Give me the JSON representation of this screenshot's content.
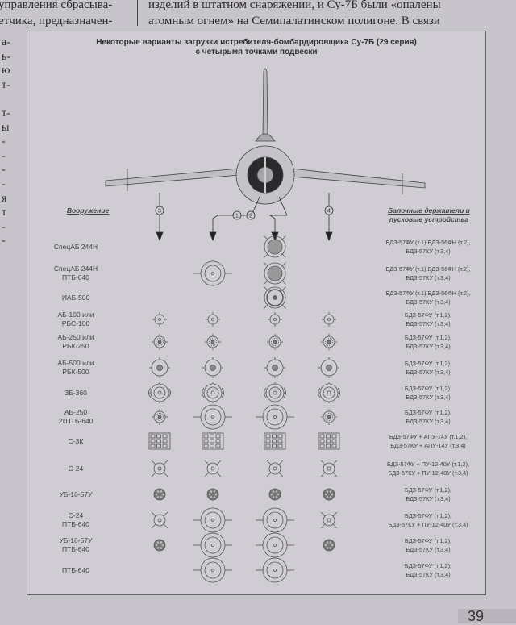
{
  "left_column": {
    "lines": [
      "управления сбрасыва-",
      "етчика, предназначен-"
    ],
    "fragments": [
      "а-",
      "ь-",
      "ю",
      "т-",
      "",
      "т-",
      "ы",
      "-",
      "-",
      "-",
      "-",
      "я",
      "т",
      "-",
      "-"
    ]
  },
  "right_column": {
    "lines": [
      "изделий в штатном снаряжении, и Су-7Б были «опалены",
      "атомным огнем» на Семипалатинском полигоне. В связи"
    ]
  },
  "figure": {
    "title_line1": "Некоторые варианты загрузки истребителя-бомбардировщика Су-7Б (29 серия)",
    "title_line2": "с четырьмя точками подвески",
    "col_left_header": "Вооружение",
    "col_right_header_line1": "Балочные держатели и",
    "col_right_header_line2": "пусковые устройства",
    "pylons": [
      "3",
      "1",
      "2",
      "4"
    ],
    "rows": [
      {
        "weapon": [
          "СпецАБ 244Н"
        ],
        "racks": [
          "БДЗ-57ФУ (т.1),БДЗ-56ФН (т.2),",
          "БДЗ-57КУ (т.3,4)"
        ],
        "stores": [
          "",
          "",
          "nuclear-bomb",
          ""
        ]
      },
      {
        "weapon": [
          "СпецАБ 244Н",
          "ПТБ-640"
        ],
        "racks": [
          "БДЗ-57ФУ (т.1),БДЗ-56ФН (т.2),",
          "БДЗ-57КУ (т.3,4)"
        ],
        "stores": [
          "",
          "drop-tank",
          "nuclear-bomb",
          ""
        ]
      },
      {
        "weapon": [
          "ИАБ-500"
        ],
        "racks": [
          "БДЗ-57ФУ (т.1),БДЗ-56ФН (т.2),",
          "БДЗ-57КУ (т.3,4)"
        ],
        "stores": [
          "",
          "",
          "iab-bomb",
          ""
        ]
      },
      {
        "weapon": [
          "АБ-100 или",
          "РБС-100"
        ],
        "racks": [
          "БДЗ-57ФУ (т.1,2),",
          "БДЗ-57КУ (т.3,4)"
        ],
        "stores": [
          "small-bomb",
          "small-bomb",
          "small-bomb",
          "small-bomb"
        ]
      },
      {
        "weapon": [
          "АБ-250 или",
          "РБК-250"
        ],
        "racks": [
          "БДЗ-57ФУ (т.1,2),",
          "БДЗ-57КУ (т.3,4)"
        ],
        "stores": [
          "cluster-bomb",
          "cluster-bomb",
          "cluster-bomb",
          "cluster-bomb"
        ]
      },
      {
        "weapon": [
          "АБ-500 или",
          "РБК-500"
        ],
        "racks": [
          "БДЗ-57ФУ (т.1,2),",
          "БДЗ-57КУ (т.3,4)"
        ],
        "stores": [
          "medium-bomb",
          "medium-bomb",
          "medium-bomb",
          "medium-bomb"
        ]
      },
      {
        "weapon": [
          "ЗБ-360"
        ],
        "racks": [
          "БДЗ-57ФУ (т.1,2),",
          "БДЗ-57КУ (т.3,4)"
        ],
        "stores": [
          "incendiary-tank",
          "incendiary-tank",
          "incendiary-tank",
          "incendiary-tank"
        ]
      },
      {
        "weapon": [
          "АБ-250",
          "2хПТБ-640"
        ],
        "racks": [
          "БДЗ-57ФУ (т.1,2),",
          "БДЗ-57КУ (т.3,4)"
        ],
        "stores": [
          "cluster-bomb",
          "drop-tank",
          "drop-tank",
          "cluster-bomb"
        ]
      },
      {
        "weapon": [
          "С-3К"
        ],
        "racks": [
          "БДЗ-57ФУ + АПУ-14У (т.1,2),",
          "БДЗ-57КУ + АПУ-14У (т.3,4)"
        ],
        "stores": [
          "rocket-pack",
          "rocket-pack",
          "rocket-pack",
          "rocket-pack"
        ]
      },
      {
        "weapon": [
          "С-24"
        ],
        "racks": [
          "БДЗ-57ФУ + ПУ-12-40У (т.1,2),",
          "БДЗ-57КУ + ПУ-12-40У (т.3,4)"
        ],
        "stores": [
          "rocket-s24",
          "rocket-s24",
          "rocket-s24",
          "rocket-s24"
        ]
      },
      {
        "weapon": [
          "УБ-16-57У"
        ],
        "racks": [
          "БДЗ-57ФУ (т.1,2),",
          "БДЗ-57КУ (т.3,4)"
        ],
        "stores": [
          "rocket-pod",
          "rocket-pod",
          "rocket-pod",
          "rocket-pod"
        ]
      },
      {
        "weapon": [
          "С-24",
          "ПТБ-640"
        ],
        "racks": [
          "БДЗ-57ФУ (т.1,2),",
          "БДЗ-57КУ + ПУ-12-40У (т.3,4)"
        ],
        "stores": [
          "rocket-s24",
          "drop-tank",
          "drop-tank",
          "rocket-s24"
        ]
      },
      {
        "weapon": [
          "УБ-16-57У",
          "ПТБ-640"
        ],
        "racks": [
          "БДЗ-57ФУ (т.1,2),",
          "БДЗ-57КУ (т.3,4)"
        ],
        "stores": [
          "rocket-pod",
          "drop-tank",
          "drop-tank",
          "rocket-pod"
        ]
      },
      {
        "weapon": [
          "ПТБ-640"
        ],
        "racks": [
          "БДЗ-57ФУ (т.1,2),",
          "БДЗ-57КУ (т.3,4)"
        ],
        "stores": [
          "",
          "drop-tank",
          "drop-tank",
          ""
        ]
      }
    ]
  },
  "page_number": "39"
}
